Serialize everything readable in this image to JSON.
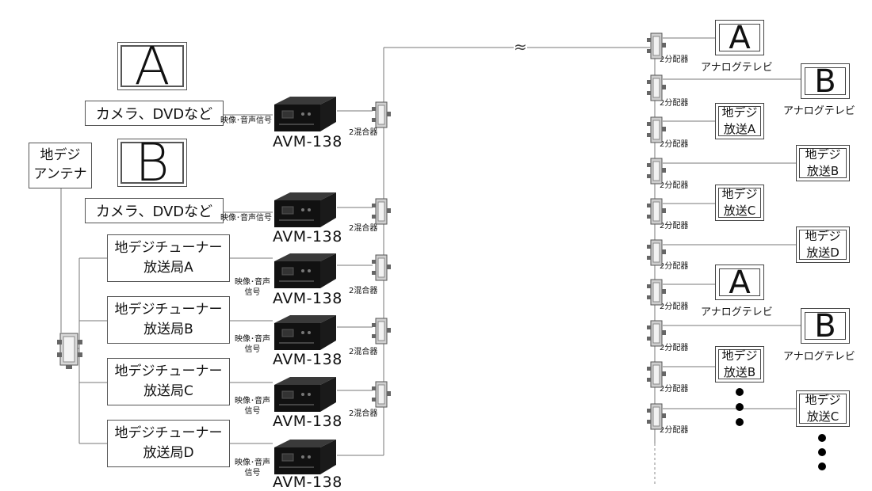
{
  "sources": [
    {
      "letter": "A",
      "label": "カメラ、DVDなど"
    },
    {
      "letter": "B",
      "label": "カメラ、DVDなど"
    }
  ],
  "antenna": "地デジ\nアンテナ",
  "tuners": [
    "地デジチューナー\n放送局A",
    "地デジチューナー\n放送局B",
    "地デジチューナー\n放送局C",
    "地デジチューナー\n放送局D"
  ],
  "signal_label_inline": "映像･音声信号",
  "signal_label_two_line": "映像･音声\n信号",
  "device_name": "AVM-138",
  "mixer_label": "2混合器",
  "splitter_label": "2分配器",
  "break_mark": "≈",
  "outputs": [
    {
      "type": "letter",
      "text": "A",
      "caption": "アナログテレビ"
    },
    {
      "type": "letter",
      "text": "B",
      "caption": "アナログテレビ"
    },
    {
      "type": "box",
      "text": "地デジ\n放送A"
    },
    {
      "type": "box",
      "text": "地デジ\n放送B"
    },
    {
      "type": "box",
      "text": "地デジ\n放送C"
    },
    {
      "type": "box",
      "text": "地デジ\n放送D"
    },
    {
      "type": "letter",
      "text": "A",
      "caption": "アナログテレビ"
    },
    {
      "type": "letter",
      "text": "B",
      "caption": "アナログテレビ"
    },
    {
      "type": "box",
      "text": "地デジ\n放送B"
    },
    {
      "type": "box",
      "text": "地デジ\n放送C"
    }
  ]
}
